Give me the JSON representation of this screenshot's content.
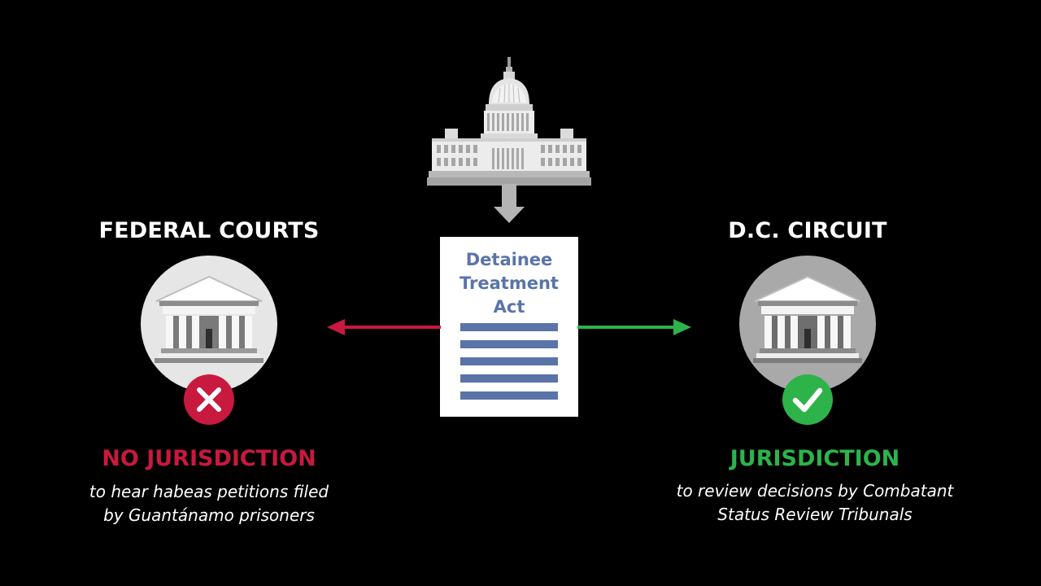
{
  "congress": {
    "icon": "capitol-building-icon"
  },
  "act": {
    "title_lines": [
      "Detainee",
      "Treatment",
      "Act"
    ],
    "line_color": "#5a74a8",
    "icon": "document-icon"
  },
  "left": {
    "title": "FEDERAL COURTS",
    "icon": "courthouse-icon",
    "badge_icon": "x-mark-icon",
    "badge_color": "#c8193f",
    "verdict": "NO JURISDICTION",
    "verdict_color": "#c8193f",
    "description_lines": [
      "to hear habeas petitions filed",
      "by Guantánamo prisoners"
    ],
    "arrow_color": "#c8193f"
  },
  "right": {
    "title": "D.C. CIRCUIT",
    "icon": "courthouse-icon",
    "badge_icon": "checkmark-icon",
    "badge_color": "#2db34a",
    "verdict": "JURISDICTION",
    "verdict_color": "#2db34a",
    "description_lines": [
      "to review decisions by Combatant",
      "Status Review Tribunals"
    ],
    "arrow_color": "#2db34a"
  }
}
